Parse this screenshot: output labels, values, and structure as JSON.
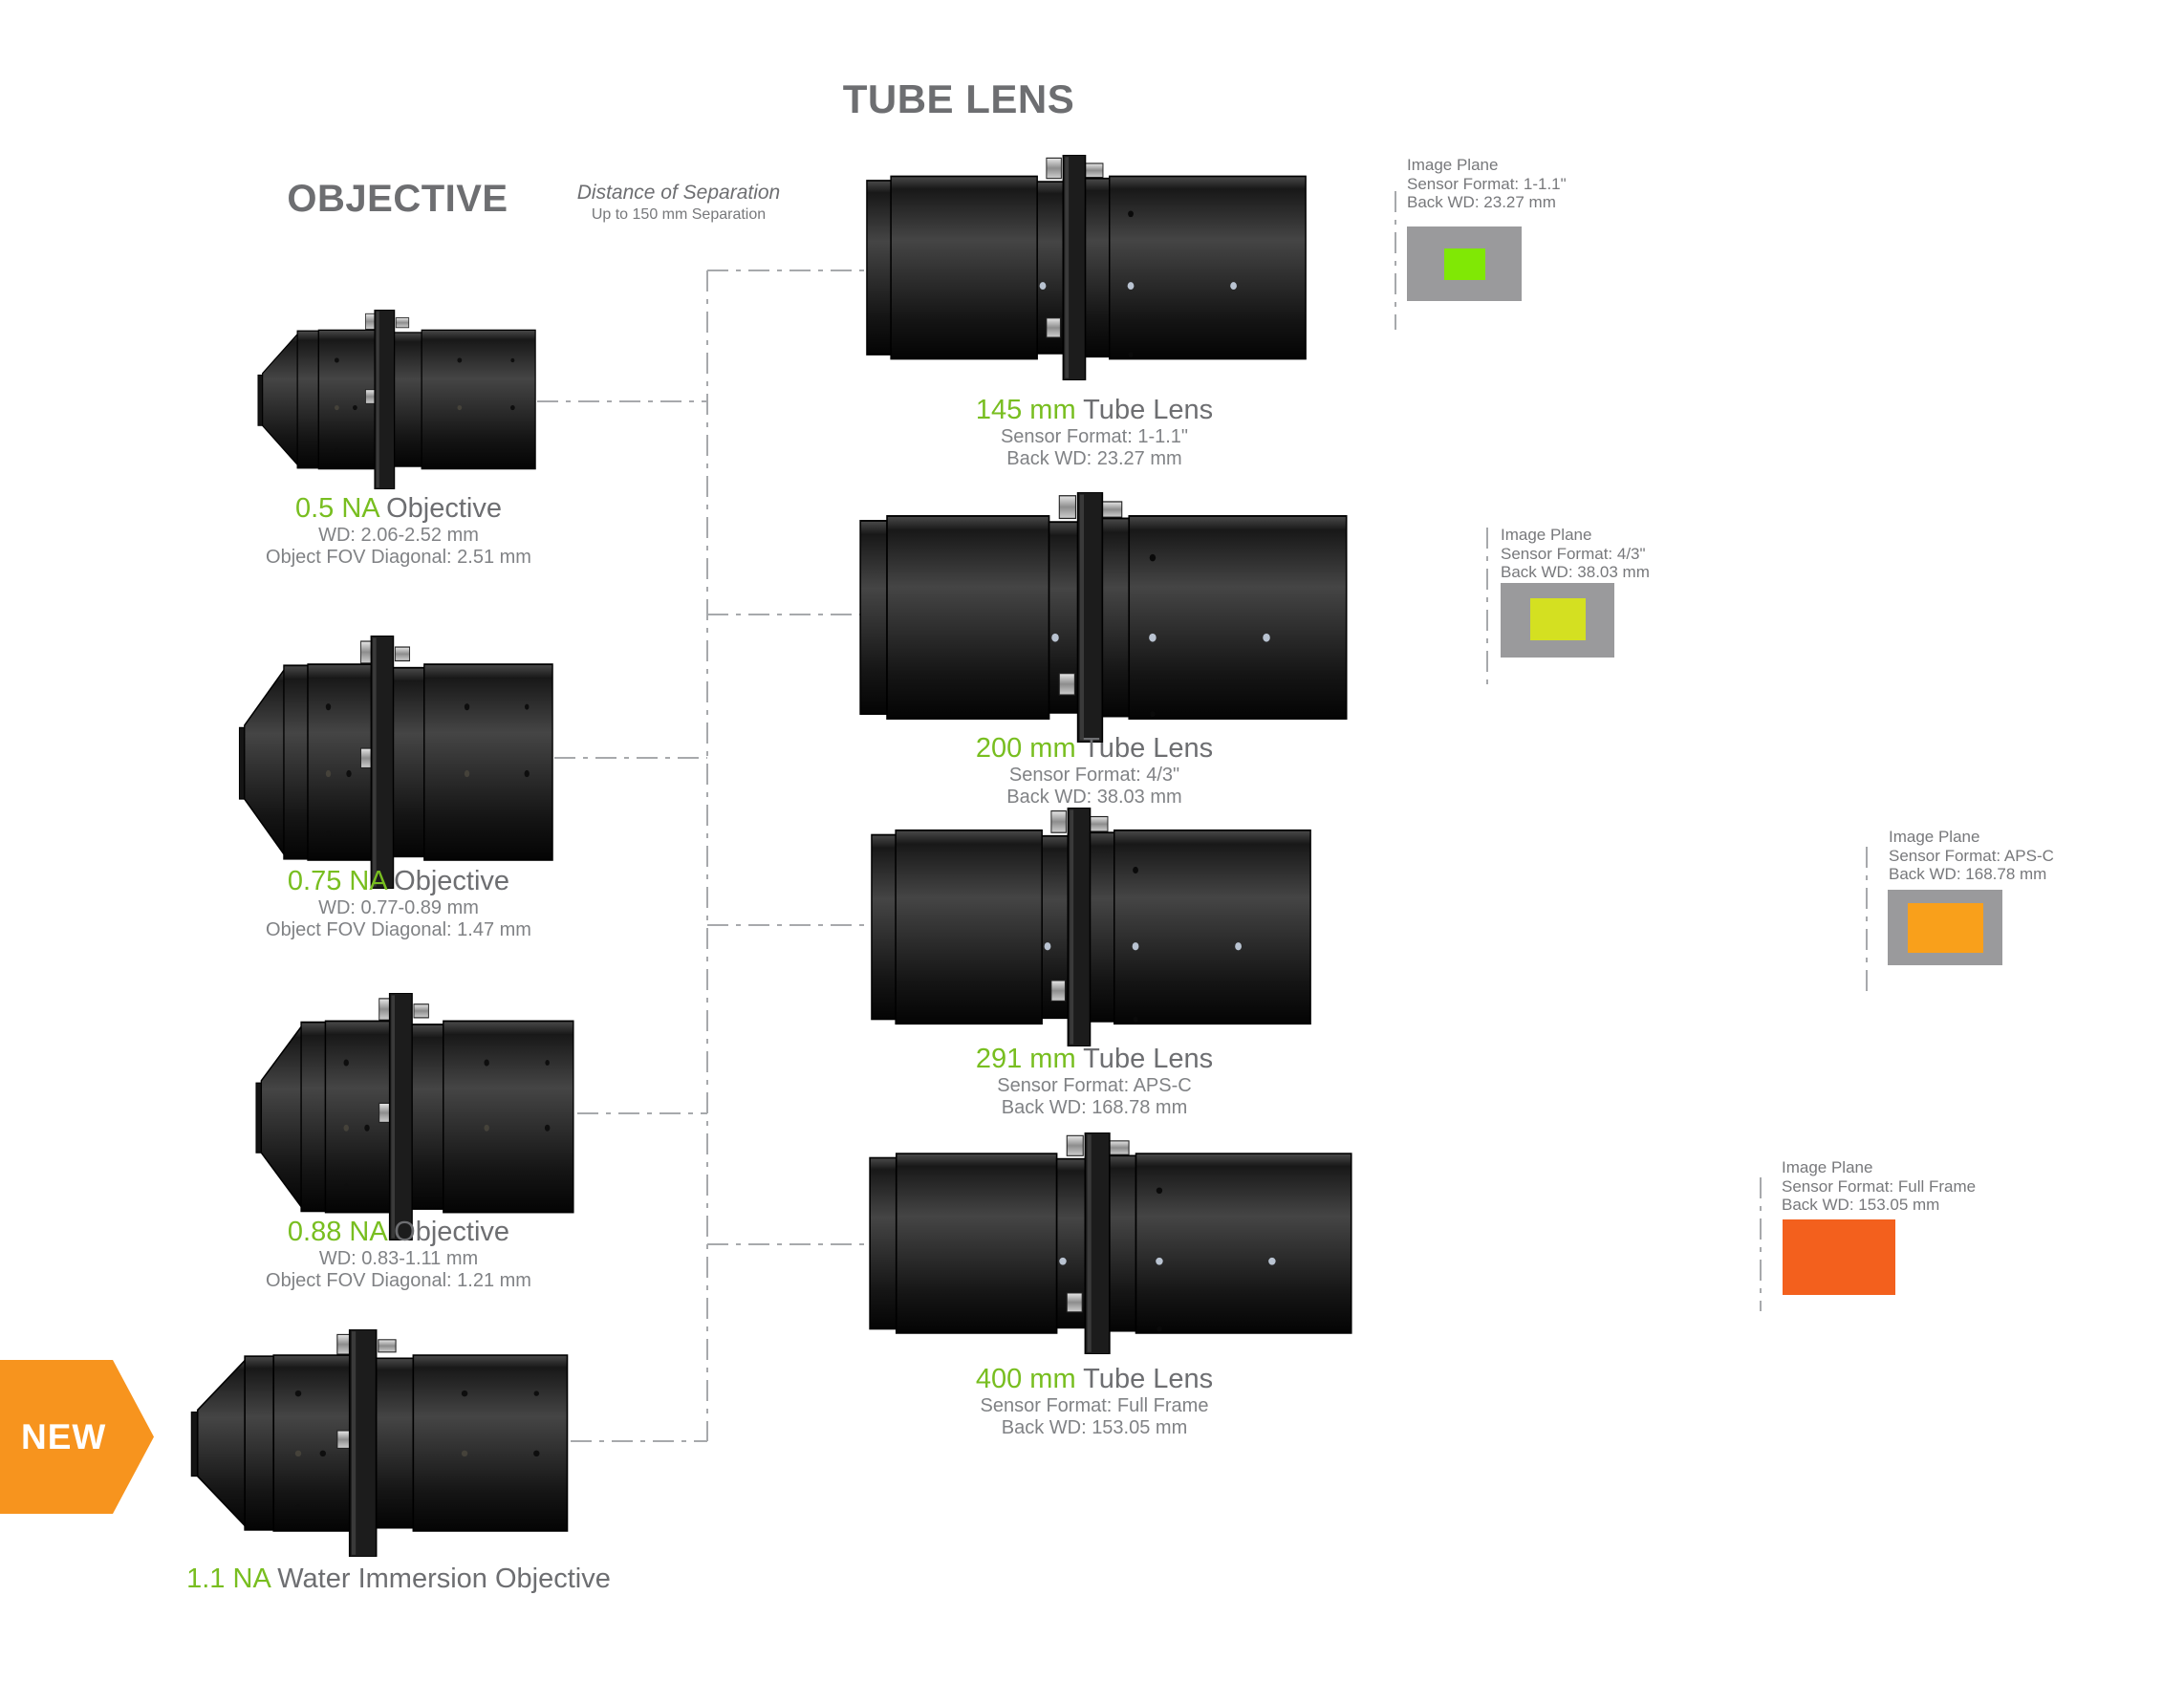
{
  "colors": {
    "accent_green": "#78BE20",
    "heading_gray": "#6d6e71",
    "text_gray": "#808285",
    "badge_orange": "#F7941E",
    "connector_gray": "#A7A9AC",
    "image_plane_gray": "#9A9A9C"
  },
  "headings": {
    "tube_lens": "TUBE LENS",
    "objective": "OBJECTIVE",
    "separation_line1": "Distance of Separation",
    "separation_line2": "Up to 150 mm Separation"
  },
  "badge": {
    "label": "NEW"
  },
  "objectives": [
    {
      "na": "0.5 NA",
      "label": "Objective",
      "wd": "WD: 2.06-2.52 mm",
      "fov": "Object FOV Diagonal: 2.51 mm"
    },
    {
      "na": "0.75 NA",
      "label": "Objective",
      "wd": "WD: 0.77-0.89 mm",
      "fov": "Object FOV Diagonal: 1.47 mm"
    },
    {
      "na": "0.88 NA",
      "label": "Objective",
      "wd": "WD: 0.83-1.11 mm",
      "fov": "Object FOV Diagonal: 1.21 mm"
    },
    {
      "na": "1.1 NA",
      "label": "Water Immersion Objective"
    }
  ],
  "tube_lenses": [
    {
      "focal": "145 mm",
      "label": "Tube Lens",
      "sensor": "Sensor Format: 1-1.1\"",
      "back_wd": "Back WD: 23.27 mm"
    },
    {
      "focal": "200 mm",
      "label": "Tube Lens",
      "sensor": "Sensor Format: 4/3\"",
      "back_wd": "Back WD: 38.03 mm"
    },
    {
      "focal": "291 mm",
      "label": "Tube Lens",
      "sensor": "Sensor Format: APS-C",
      "back_wd": "Back WD: 168.78 mm"
    },
    {
      "focal": "400 mm",
      "label": "Tube Lens",
      "sensor": "Sensor Format: Full Frame",
      "back_wd": "Back WD: 153.05 mm"
    }
  ],
  "image_planes": [
    {
      "title": "Image Plane",
      "sensor": "Sensor Format: 1-1.1\"",
      "back_wd": "Back WD: 23.27 mm",
      "color": "#80E805"
    },
    {
      "title": "Image Plane",
      "sensor": "Sensor Format: 4/3\"",
      "back_wd": "Back WD: 38.03 mm",
      "color": "#D4E021"
    },
    {
      "title": "Image Plane",
      "sensor": "Sensor Format: APS-C",
      "back_wd": "Back WD: 168.78 mm",
      "color": "#F9A01B"
    },
    {
      "title": "Image Plane",
      "sensor": "Sensor Format: Full Frame",
      "back_wd": "Back WD: 153.05 mm",
      "color": "#F3601D"
    }
  ]
}
